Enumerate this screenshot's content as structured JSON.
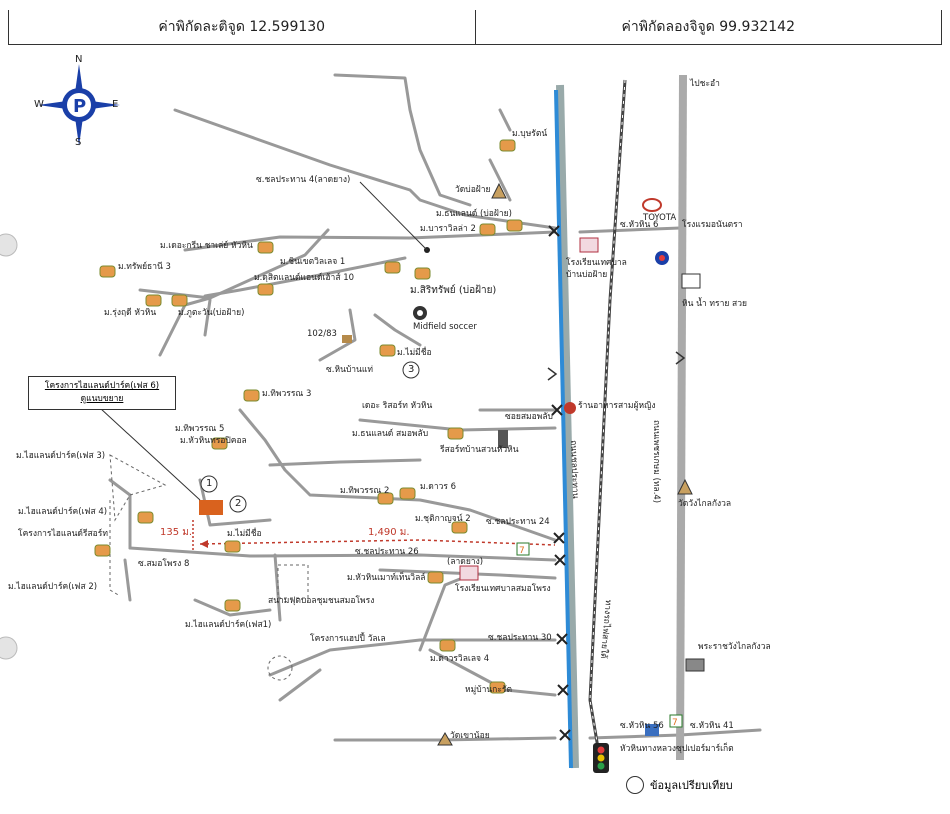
{
  "header": {
    "latitude": "ค่าพิกัดละติจูด 12.599130",
    "longitude": "ค่าพิกัดลองจิจูด 99.932142"
  },
  "compass": {
    "n": "N",
    "s": "S",
    "e": "E",
    "w": "W"
  },
  "project_box": {
    "line1": "โครงการไฮแลนด์ปาร์ค(เฟส 6)",
    "line2": "ดูแนบขยาย"
  },
  "distances": {
    "road": "1,490 ม.",
    "vertical": "135 ม."
  },
  "markers": {
    "one": "1",
    "two": "2",
    "three": "3"
  },
  "legend": {
    "label": "ข้อมูลเปรียบเทียบ"
  },
  "labels": {
    "bon_chat": "ม.บุษรัตน์",
    "wat_bo_fai": "วัดบ่อฝ้าย",
    "thanaland_bofai": "ม.ธนแลนด์ (บ่อฝ้าย)",
    "soi_chon4": "ซ.ชลประทาน 4(ลาดยาง)",
    "baravilla2": "ม.บาราวิลล่า 2",
    "keskrin": "ม.เดอะกรีน ชาเล่ย์ หัวหิน",
    "subthanee3": "ม.ทรัพย์ธานี 3",
    "chinvech": "ม.ชินเขตวิลเลจ 1",
    "dusitland": "ม.ดุสิตแลนด์แอนด์เฮ้าส์ 10",
    "sirisap": "ม.สิริทรัพย์ (บ่อฝ้าย)",
    "rungruedee": "ม.รุ่งฤดี หัวหิน",
    "phukamvan": "ม.ภูตะวัน(บ่อฝ้าย)",
    "midfield": "Midfield soccer",
    "house10283": "102/83",
    "maimeesue": "ม.ไม่มีชื่อ",
    "soi_hin_bon": "ซ.หินบ้านแท่",
    "toyota": "TOYOTA",
    "soi_huahin6": "ซ.หัวหิน 6",
    "hotel": "โรงแรมอนันตรา",
    "school_bofai1": "โรงเรียนเทศบาล",
    "school_bofai2": "บ้านบ่อฝ้าย",
    "hin_nam": "หิน น้ำ ทราย สวย",
    "road_top": "ไปชะอำ",
    "hiphaphon3": "ม.ทิพวรรณ 3",
    "hiphaphon5": "ม.ทิพวรรณ 5",
    "huahin_roy": "ม.หัวหินทรอปิคอล",
    "hiland3": "ม.ไฮแลนด์ปาร์ค(เฟส 3)",
    "hiland4": "ม.ไฮแลนด์ปาร์ค(เฟส 4)",
    "hiland_resort": "โครงการไฮแลนด์รีสอร์ท",
    "hiland2": "ม.ไฮแลนด์ปาร์ค(เฟส 2)",
    "hiland1": "ม.ไฮแลนด์ปาร์ค(เฟส1)",
    "soi_sompong": "ซ.สมอโพรง 8",
    "maimeesue2": "ม.ไม่มีชื่อ",
    "stadium": "สนามฟุตบอลชุมชนสมอโพรง",
    "keys_resort": "เดอะ ริสอร์ท หัวหิน",
    "soi_sompong2": "ซอยสมอพลับ",
    "restaurant": "ร้านอาหารสามผู้หญิง",
    "thanaland_sam": "ม.ธนแลนด์ สมอพลับ",
    "resort_huahin": "รีสอร์ทบ้านสวนหัวหิน",
    "hiphaphon2": "ม.ทิพวรรณ 2",
    "tan6": "ม.ดาวร 6",
    "chutikan2": "ม.ชุติกาญจน์ 2",
    "soi_chon24": "ซ.ชลประทาน 24",
    "soi_chon26": "ซ.ชลประทาน 26",
    "ladyang": "(ลาดยาง)",
    "huahin_mountain": "ม.หัวหินเมาท์เท็นวิลล์",
    "school_sompong": "โรงเรียนเทศบาลสมอโพรง",
    "soi_chon30": "ซ.ชลประทาน 30",
    "tanvillage4": "ม.ดาวรวิลเลจ 4",
    "moo_ban": "หมู่บ้านกะรัต",
    "wat_khao_noi": "วัดเขาน้อย",
    "project_sabai": "โครงการแฮปปี้ วัลเล",
    "phraratchawang": "พระราชวังไกลกังวล",
    "wat_klai": "วัดวังไกลกังวล",
    "soi_huahin56": "ซ.หัวหิน 56",
    "soi_huahin41": "ซ.หัวหิน 41",
    "market": "หัวหินทางหลวงซุปเปอร์มาร์เก็ต",
    "highway4": "ถนนเพชรเกษม (ทล.4)",
    "road_canal": "ถนนชลประทาน",
    "railway": "ทางรถไฟสายใต้"
  }
}
